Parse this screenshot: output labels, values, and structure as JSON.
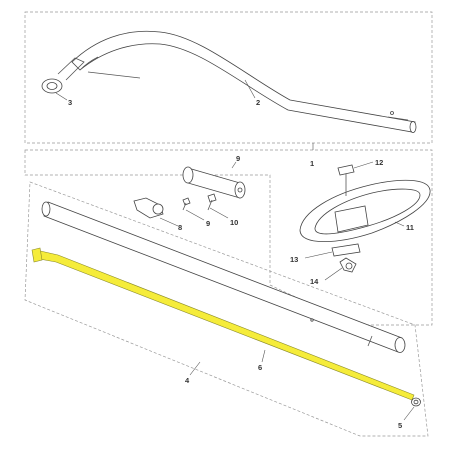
{
  "diagram": {
    "callouts": {
      "c1": "1",
      "c2": "2",
      "c3": "3",
      "c4": "4",
      "c5": "5",
      "c6": "6",
      "c8": "8",
      "c9a": "9",
      "c9b": "9",
      "c10": "10",
      "c11": "11",
      "c12": "12",
      "c13": "13",
      "c14": "14"
    },
    "colors": {
      "highlight": "#f5ec3a",
      "line": "#444444",
      "frame": "#999999"
    }
  }
}
